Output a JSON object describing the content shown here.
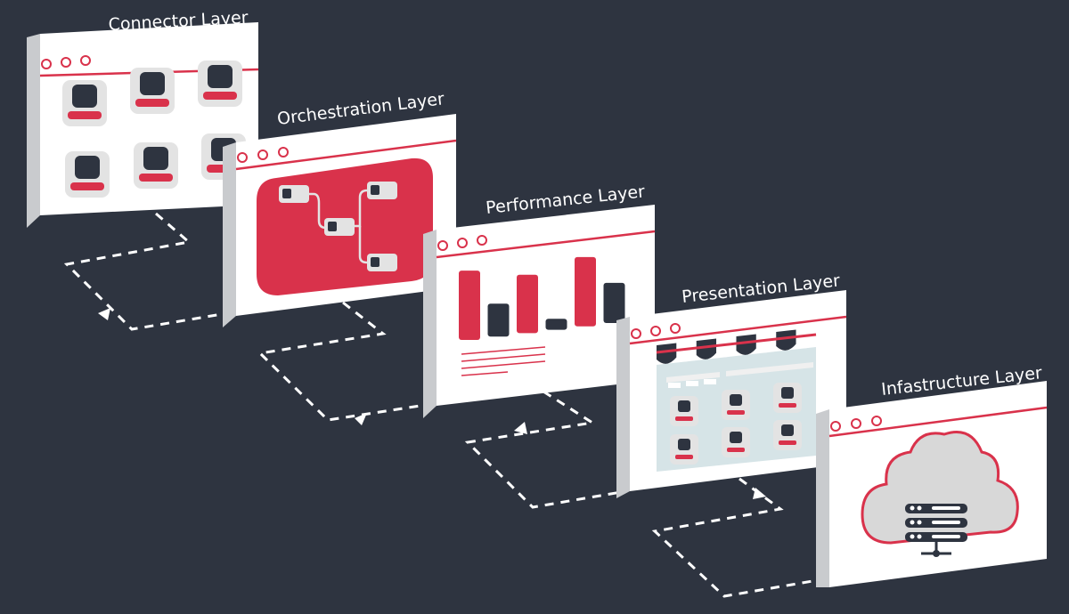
{
  "colors": {
    "background": "#2e3440",
    "accent": "#d9324b",
    "dark": "#2e3440",
    "panel": "#ffffff",
    "panel_side": "#c9cbce",
    "tile": "#e3e3e3",
    "store_bg": "#d6e4e7",
    "cloud_fill": "#d8d8d8",
    "dashed": "#ffffff"
  },
  "layers": [
    {
      "label": "Connector Layer",
      "icon": "profile-grid-icon"
    },
    {
      "label": "Orchestration Layer",
      "icon": "workflow-icon"
    },
    {
      "label": "Performance Layer",
      "icon": "bar-chart-icon"
    },
    {
      "label": "Presentation Layer",
      "icon": "storefront-icon"
    },
    {
      "label": "Infastructure Layer",
      "icon": "cloud-server-icon"
    }
  ],
  "chart": {
    "bar_levels": [
      0.95,
      0.45,
      0.8,
      0.15,
      0.95,
      0.55
    ]
  }
}
